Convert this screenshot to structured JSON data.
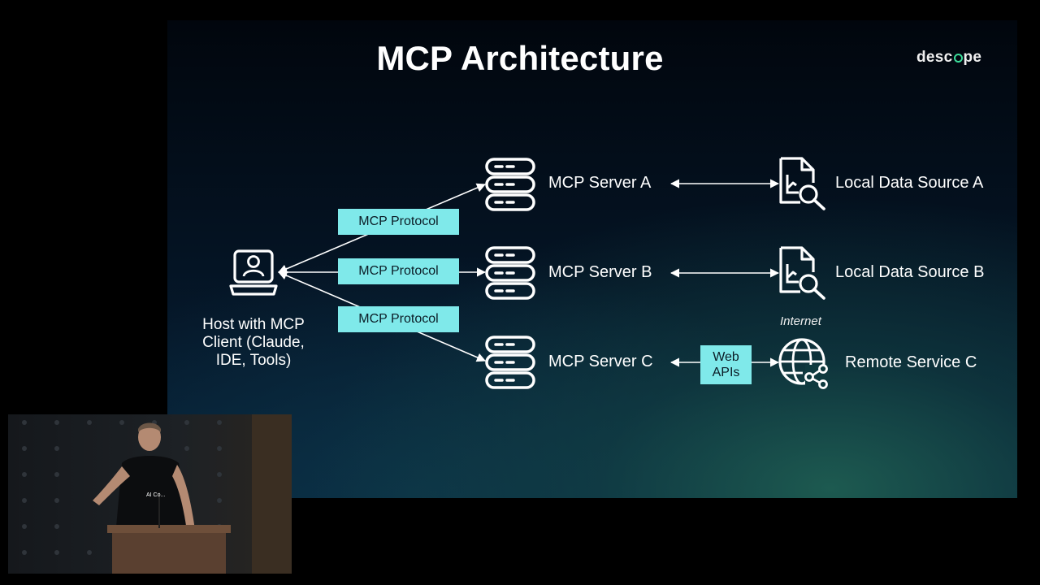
{
  "slide": {
    "title": "MCP Architecture",
    "logo": {
      "text_pre": "desc",
      "text_post": "pe"
    },
    "host": {
      "label": "Host with MCP Client (Claude, IDE, Tools)",
      "icon": "laptop-user-icon"
    },
    "protocols": [
      "MCP Protocol",
      "MCP Protocol",
      "MCP Protocol"
    ],
    "servers": [
      {
        "label": "MCP Server A",
        "icon": "server-stack-icon"
      },
      {
        "label": "MCP Server B",
        "icon": "server-stack-icon"
      },
      {
        "label": "MCP Server C",
        "icon": "server-stack-icon"
      }
    ],
    "sources": [
      {
        "label": "Local Data Source A",
        "icon": "document-search-icon"
      },
      {
        "label": "Local Data Source B",
        "icon": "document-search-icon"
      },
      {
        "label": "Remote Service C",
        "icon": "globe-share-icon"
      }
    ],
    "web_apis": "Web APIs",
    "internet": "Internet",
    "colors": {
      "label_bg": "#7fe9ea",
      "accent_logo": "#3bdc9a",
      "line": "#ffffff"
    }
  },
  "video_inset": {
    "shirt_text": "AI Co..."
  }
}
